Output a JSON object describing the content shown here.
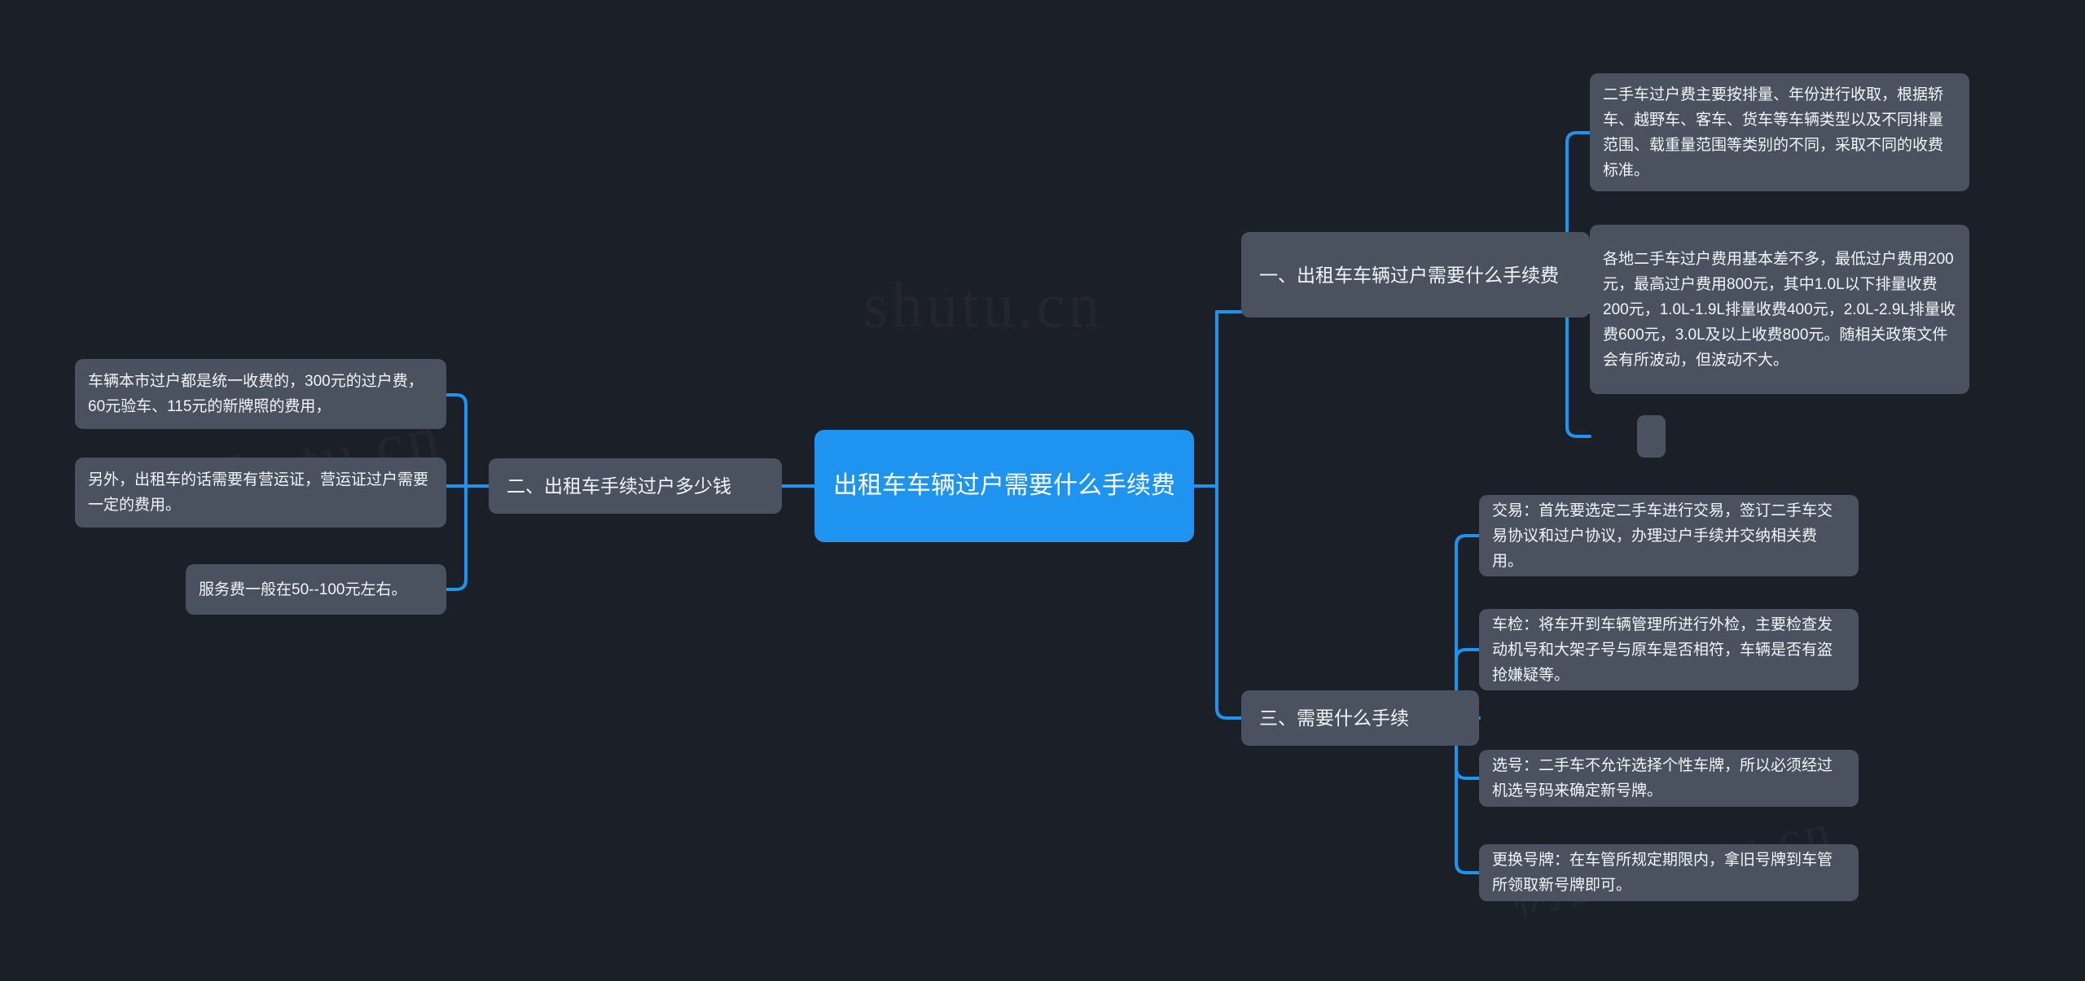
{
  "theme": {
    "background_color": "#1b1f28",
    "root_node_color": "#1e93f0",
    "node_color": "#4a515f",
    "edge_color": "#1e93f0",
    "text_color": "#f2f4f7"
  },
  "watermarks": [
    "shutu.cn",
    "shutu.cn",
    "树图 shutu.cn"
  ],
  "mindmap": {
    "root": {
      "label": "出租车车辆过户需要什么手续费"
    },
    "left_branches": [
      {
        "label": "二、出租车手续过户多少钱",
        "children": [
          {
            "label": "车辆本市过户都是统一收费的，300元的过户费，60元验车、115元的新牌照的费用，"
          },
          {
            "label": "另外，出租车的话需要有营运证，营运证过户需要一定的费用。"
          },
          {
            "label": "服务费一般在50--100元左右。"
          }
        ]
      }
    ],
    "right_branches": [
      {
        "label": "一、出租车车辆过户需要什么手续费",
        "children": [
          {
            "label": "二手车过户费主要按排量、年份进行收取，根据轿车、越野车、客车、货车等车辆类型以及不同排量范围、载重量范围等类别的不同，采取不同的收费标准。"
          },
          {
            "label": "各地二手车过户费用基本差不多，最低过户费用200元，最高过户费用800元，其中1.0L以下排量收费200元，1.0L-1.9L排量收费400元，2.0L-2.9L排量收费600元，3.0L及以上收费800元。随相关政策文件会有所波动，但波动不大。"
          },
          {
            "label": ""
          }
        ]
      },
      {
        "label": "三、需要什么手续",
        "children": [
          {
            "label": "交易：首先要选定二手车进行交易，签订二手车交易协议和过户协议，办理过户手续并交纳相关费用。"
          },
          {
            "label": "车检：将车开到车辆管理所进行外检，主要检查发动机号和大架子号与原车是否相符，车辆是否有盗抢嫌疑等。"
          },
          {
            "label": "选号：二手车不允许选择个性车牌，所以必须经过机选号码来确定新号牌。"
          },
          {
            "label": "更换号牌：在车管所规定期限内，拿旧号牌到车管所领取新号牌即可。"
          }
        ]
      }
    ]
  }
}
